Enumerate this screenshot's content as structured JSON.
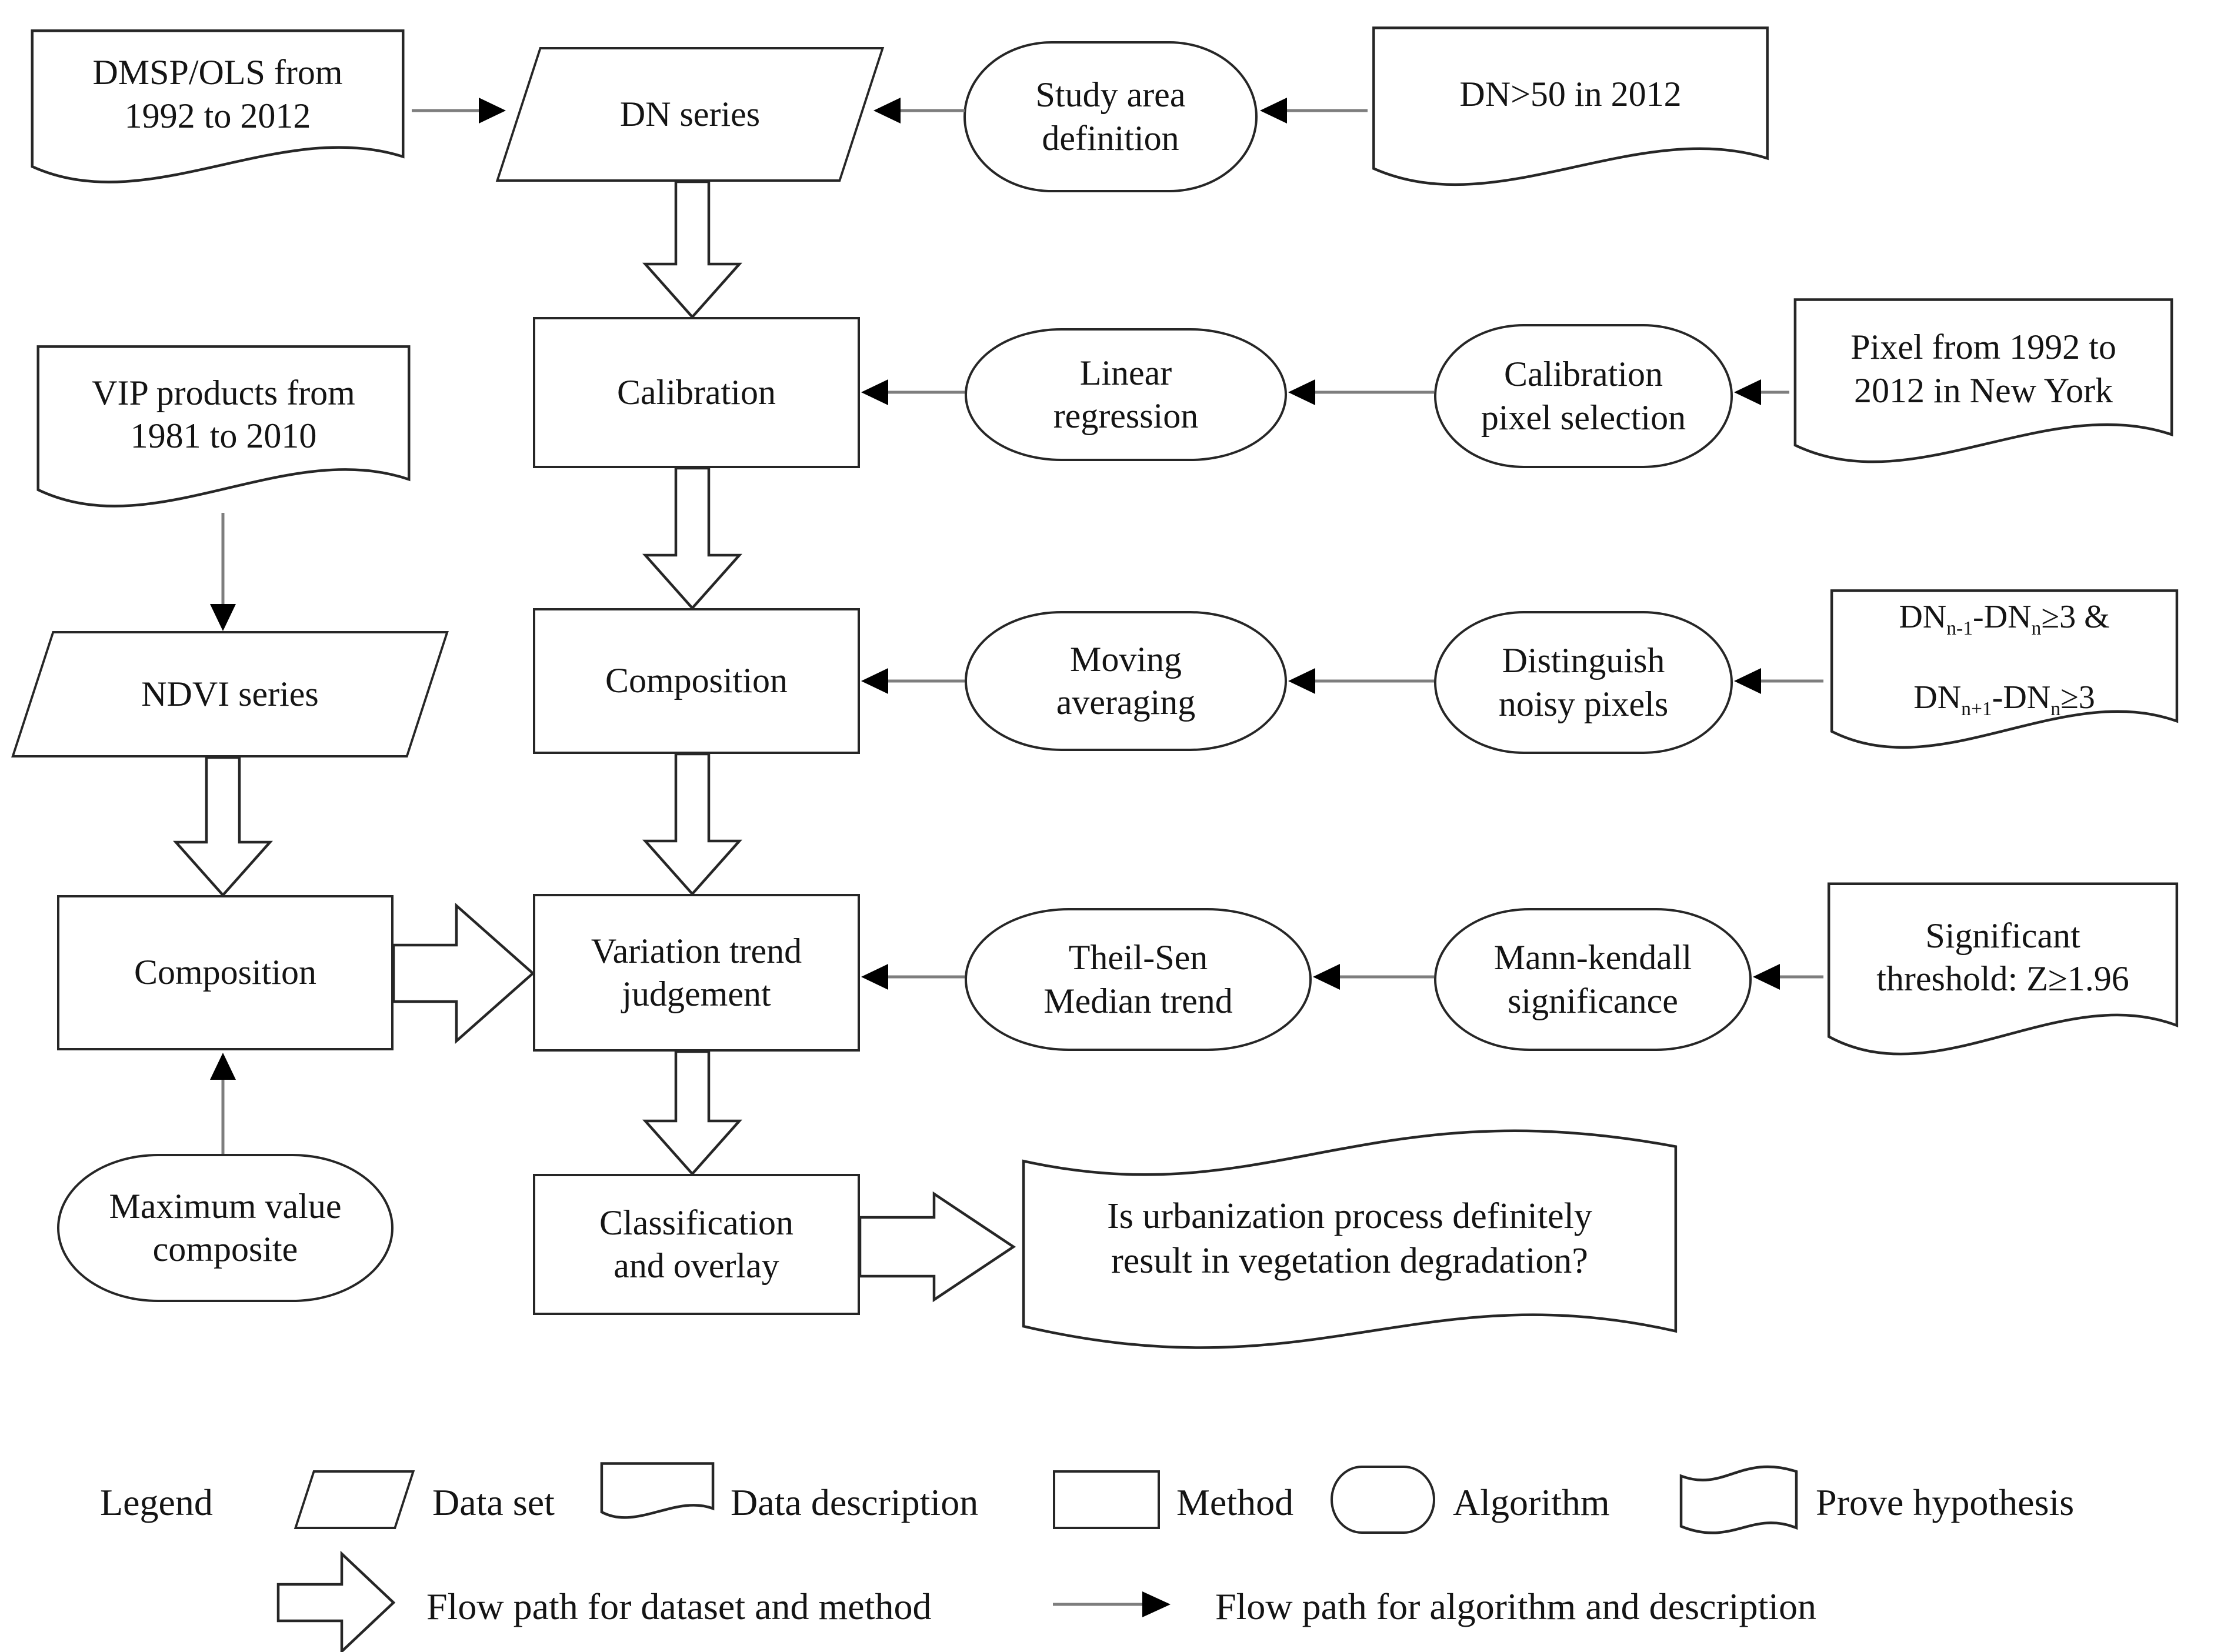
{
  "palette": {
    "ink": "#262626",
    "connector_line": "#7e7e7e",
    "arrowhead": "#000000",
    "background": "#ffffff"
  },
  "nodes": {
    "dmsp": {
      "label": "DMSP/OLS from\n1992 to 2012",
      "type": "data description"
    },
    "dn_series": {
      "label": "DN series",
      "type": "data set"
    },
    "study_area": {
      "label": "Study area\ndefinition",
      "type": "algorithm"
    },
    "dn50": {
      "label": "DN>50 in 2012",
      "type": "data description"
    },
    "vip": {
      "label": "VIP products from\n1981 to 2010",
      "type": "data description"
    },
    "calibration": {
      "label": "Calibration",
      "type": "method"
    },
    "linear_regression": {
      "label": "Linear\nregression",
      "type": "algorithm"
    },
    "calibration_pixel": {
      "label": "Calibration\npixel selection",
      "type": "algorithm"
    },
    "pixel_ny": {
      "label": "Pixel from 1992 to\n2012 in New York",
      "type": "data description"
    },
    "ndvi": {
      "label": "NDVI series",
      "type": "data set"
    },
    "composition_dn": {
      "label": "Composition",
      "type": "method"
    },
    "moving_avg": {
      "label": "Moving\naveraging",
      "type": "algorithm"
    },
    "distinguish": {
      "label": "Distinguish\nnoisy pixels",
      "type": "algorithm"
    },
    "dn_formula": {
      "line1": "DN_{n-1}-DN_{n}≥3 &",
      "line2": "DN_{n+1}-DN_{n}≥3",
      "type": "data description"
    },
    "composition_ndvi": {
      "label": "Composition",
      "type": "method"
    },
    "vtj": {
      "label": "Variation trend\njudgement",
      "type": "method"
    },
    "theil_sen": {
      "label": "Theil-Sen\nMedian trend",
      "type": "algorithm"
    },
    "mann_kendall": {
      "label": "Mann-kendall\nsignificance",
      "type": "algorithm"
    },
    "sig_threshold": {
      "label": "Significant\nthreshold: Z≥1.96",
      "type": "data description"
    },
    "mvc": {
      "label": "Maximum value\ncomposite",
      "type": "algorithm"
    },
    "class_overlay": {
      "label": "Classification\nand overlay",
      "type": "method"
    },
    "hypothesis": {
      "label": "Is urbanization process definitely\nresult in vegetation degradation?",
      "type": "prove hypothesis"
    }
  },
  "legend": {
    "title": "Legend",
    "items": [
      {
        "shape": "parallelogram",
        "label": "Data set"
      },
      {
        "shape": "document",
        "label": "Data description"
      },
      {
        "shape": "rectangle",
        "label": "Method"
      },
      {
        "shape": "rounded",
        "label": "Algorithm"
      },
      {
        "shape": "flag",
        "label": "Prove hypothesis"
      }
    ],
    "flows": [
      {
        "icon": "block-arrow",
        "label": "Flow path for dataset and method"
      },
      {
        "icon": "thin-arrow",
        "label": "Flow path for algorithm and description"
      }
    ]
  }
}
